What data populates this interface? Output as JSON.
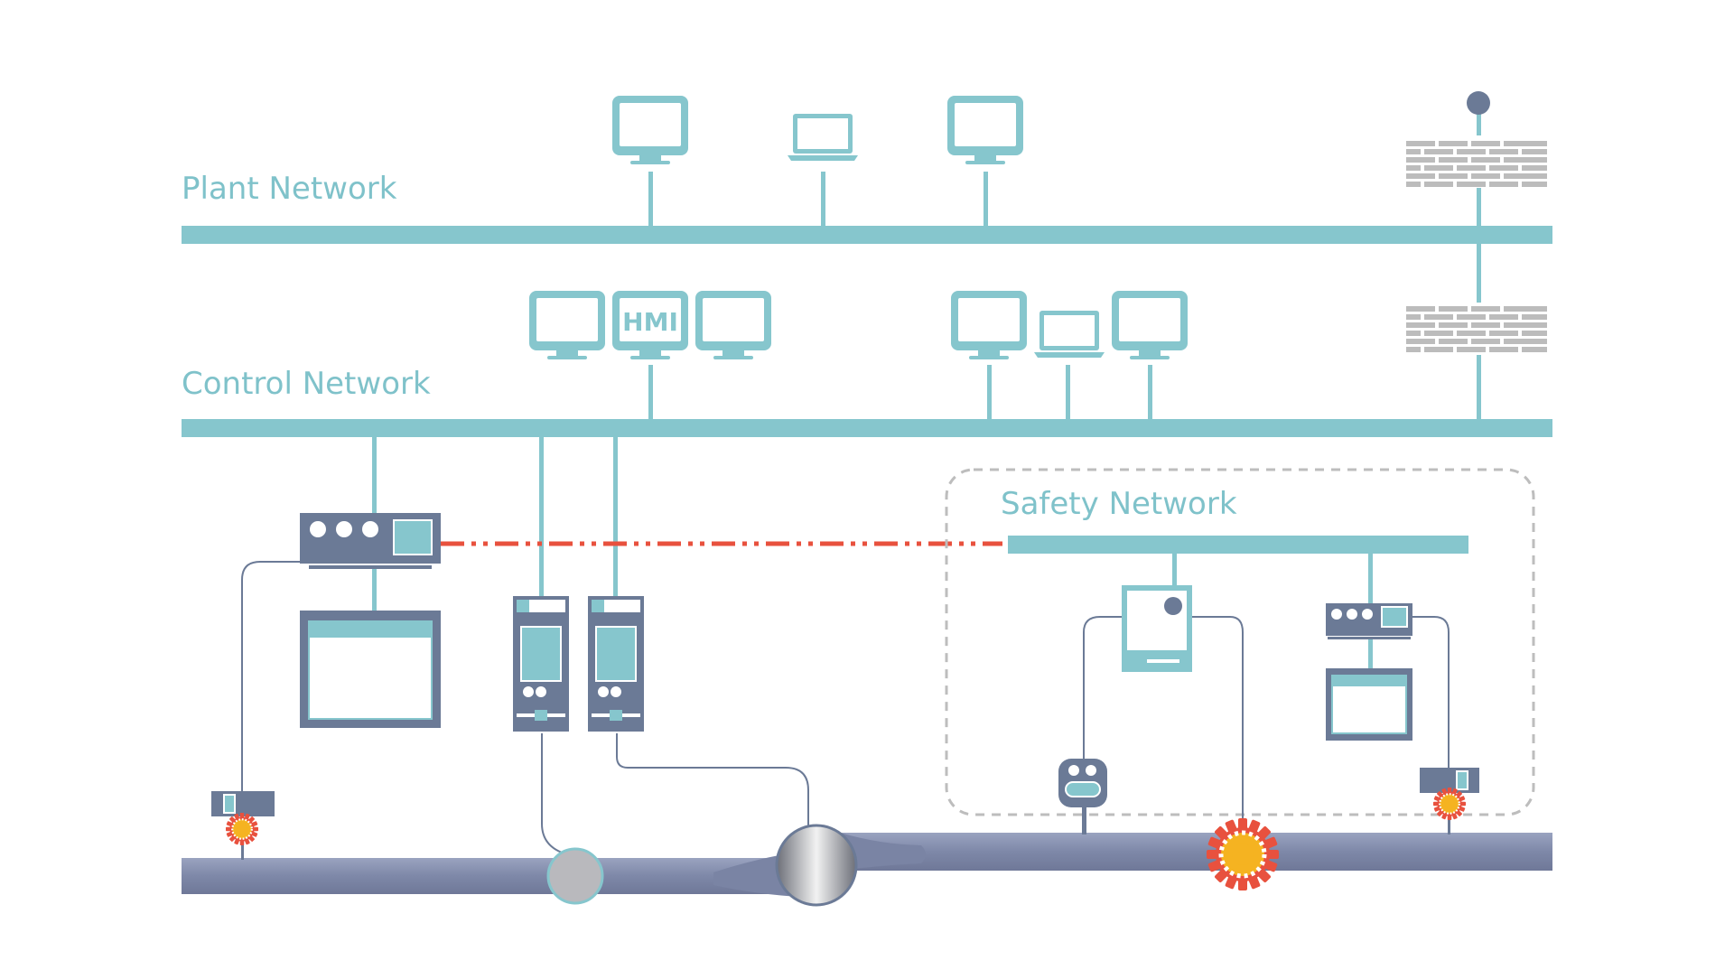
{
  "labels": {
    "plant_network": "Plant Network",
    "control_network": "Control Network",
    "safety_network": "Safety Network",
    "hmi": "HMI"
  },
  "colors": {
    "network_teal": "#86c6cd",
    "label_teal": "#7fc2ca",
    "device_slate": "#6b7a96",
    "pipe": "#8a94b4",
    "pipe_dark": "#7a84a4",
    "firewall_gray": "#bcbcbc",
    "interlock_red": "#e8513e",
    "gear_red": "#e8513e",
    "gear_center": "#f5b321",
    "safety_border": "#bdbdbd",
    "valve_gray": "#b9b9bd"
  },
  "icons": [
    "monitor-icon",
    "laptop-icon",
    "hmi-monitor-icon",
    "firewall-icon",
    "controller-icon",
    "plc-module-icon",
    "sensor-icon",
    "gear-actuator-icon",
    "valve-icon",
    "pump-icon"
  ]
}
